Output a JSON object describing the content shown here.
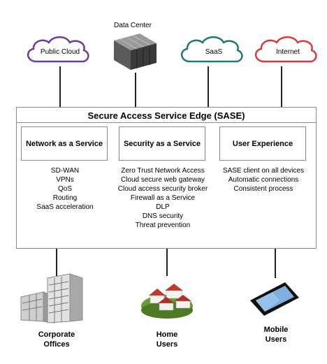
{
  "top_nodes": [
    {
      "label": "Public Cloud",
      "color": "#6a3d9a"
    },
    {
      "label": "Data Center",
      "color": "#333333"
    },
    {
      "label": "SaaS",
      "color": "#1a7a72"
    },
    {
      "label": "Internet",
      "color": "#d63c3c"
    }
  ],
  "sase": {
    "title": "Secure Access Service Edge (SASE)",
    "columns": [
      {
        "heading": "Network as a Service",
        "items": [
          "SD-WAN",
          "VPNs",
          "QoS",
          "Routing",
          "SaaS acceleration"
        ]
      },
      {
        "heading": "Security as a Service",
        "items": [
          "Zero Trust Network Access",
          "Cloud secure web gateway",
          "Cloud access security broker",
          "Firewall as a Service",
          "DLP",
          "DNS security",
          "Threat prevention"
        ]
      },
      {
        "heading": "User Experience",
        "items": [
          "SASE client on all devices",
          "Automatic connections",
          "Consistent process"
        ]
      }
    ]
  },
  "bottom_nodes": [
    {
      "label_line1": "Corporate",
      "label_line2": "Offices"
    },
    {
      "label_line1": "Home",
      "label_line2": "Users"
    },
    {
      "label_line1": "Mobile",
      "label_line2": "Users"
    }
  ]
}
